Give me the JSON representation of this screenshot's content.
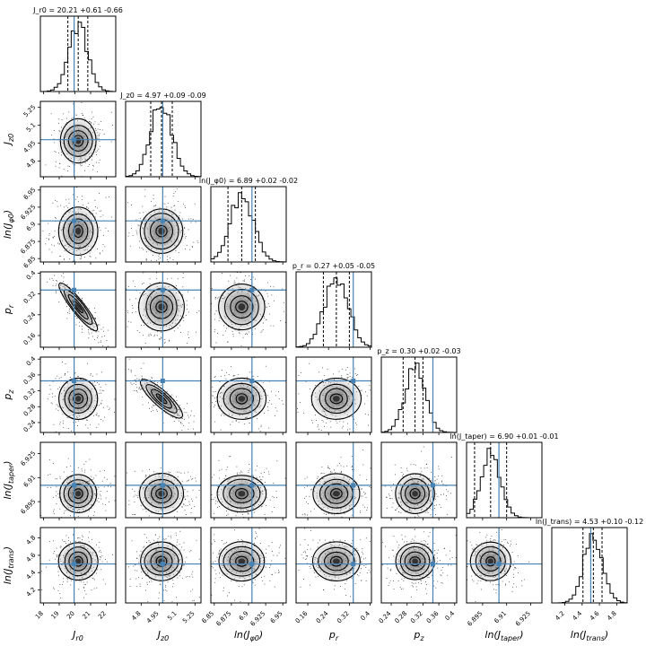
{
  "chart_data": {
    "type": "corner",
    "parameters": [
      {
        "label": "J_r0",
        "display": "J",
        "sub": "r0",
        "fn": "",
        "range": [
          17.8,
          22.6
        ],
        "ticks": [
          18,
          19,
          20,
          21,
          22
        ],
        "truth": 19.95,
        "median": 20.21,
        "plus": 0.61,
        "minus": 0.66,
        "title": "J_r0 = 20.21 +0.61 -0.66",
        "sigma_x": 0.6
      },
      {
        "label": "J_z0",
        "display": "J",
        "sub": "z0",
        "fn": "",
        "range": [
          4.67,
          5.3
        ],
        "ticks": [
          4.8,
          4.95,
          5.1,
          5.25
        ],
        "truth": 4.98,
        "median": 4.97,
        "plus": 0.09,
        "minus": 0.09,
        "title": "J_z0 = 4.97 +0.09 -0.09",
        "sigma_x": 0.09
      },
      {
        "label": "ln(J_phi0)",
        "display": "J",
        "sub": "φ0",
        "fn": "ln",
        "range": [
          6.845,
          6.955
        ],
        "ticks": [
          6.85,
          6.875,
          6.9,
          6.925,
          6.95
        ],
        "truth": 6.905,
        "median": 6.89,
        "plus": 0.02,
        "minus": 0.02,
        "title": "ln(J_φ0) = 6.89 +0.02 -0.02",
        "sigma_x": 0.017
      },
      {
        "label": "p_r",
        "display": "p",
        "sub": "r",
        "fn": "",
        "range": [
          0.115,
          0.405
        ],
        "ticks": [
          0.16,
          0.24,
          0.32,
          0.4
        ],
        "truth": 0.335,
        "median": 0.27,
        "plus": 0.05,
        "minus": 0.05,
        "title": "p_r = 0.27 +0.05 -0.05",
        "sigma_x": 0.045
      },
      {
        "label": "p_z",
        "display": "p",
        "sub": "z",
        "fn": "",
        "range": [
          0.215,
          0.405
        ],
        "ticks": [
          0.24,
          0.28,
          0.32,
          0.36,
          0.4
        ],
        "truth": 0.345,
        "median": 0.3,
        "plus": 0.02,
        "minus": 0.03,
        "title": "p_z = 0.30 +0.02 -0.03",
        "sigma_x": 0.025
      },
      {
        "label": "ln(J_taper)",
        "display": "J",
        "sub": "taper",
        "fn": "ln",
        "range": [
          6.885,
          6.932
        ],
        "ticks": [
          6.895,
          6.91,
          6.925
        ],
        "truth": 6.9052,
        "median": 6.9,
        "plus": 0.01,
        "minus": 0.01,
        "title": "ln(J_taper) = 6.90 +0.01 -0.01",
        "sigma_x": 0.006
      },
      {
        "label": "ln(J_trans)",
        "display": "J",
        "sub": "trans",
        "fn": "ln",
        "range": [
          4.05,
          4.92
        ],
        "ticks": [
          4.2,
          4.4,
          4.6,
          4.8
        ],
        "truth": 4.5,
        "median": 4.53,
        "plus": 0.1,
        "minus": 0.12,
        "title": "ln(J_trans) = 4.53 +0.10 -0.12",
        "sigma_x": 0.11
      }
    ],
    "strong_correlations": [
      {
        "pair": [
          "J_r0",
          "p_r"
        ],
        "rho": -0.9
      },
      {
        "pair": [
          "J_z0",
          "p_z"
        ],
        "rho": -0.85
      }
    ],
    "truth_color": "#4682b4",
    "contour_color": "#000000",
    "quantile_line_style": "dashed"
  }
}
